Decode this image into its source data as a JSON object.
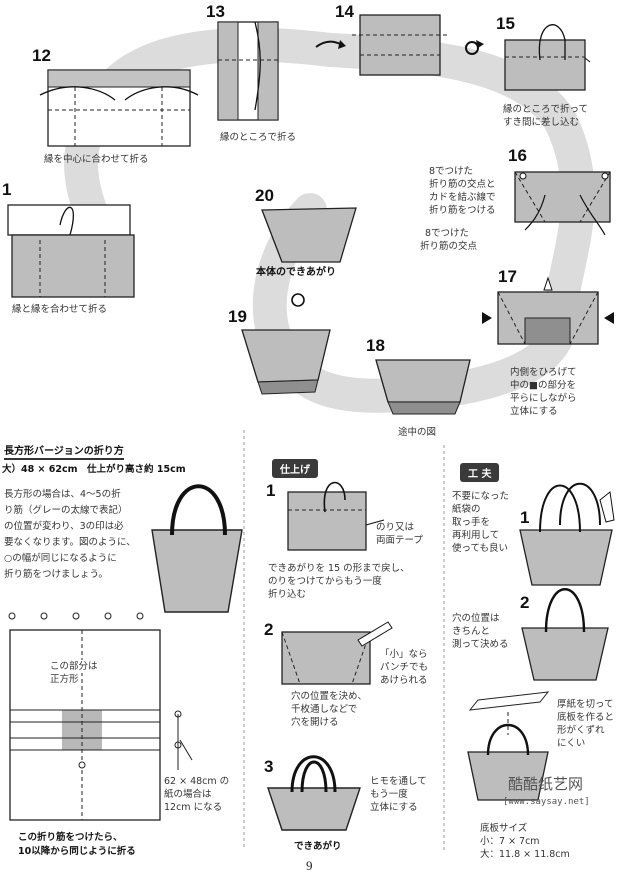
{
  "steps": {
    "s12": {
      "num": "12",
      "caption": "縁を中心に合わせて折る"
    },
    "s13": {
      "num": "13",
      "caption": "縁のところで折る"
    },
    "s14": {
      "num": "14"
    },
    "s15": {
      "num": "15",
      "caption": [
        "縁のところで折って",
        "すき間に差し込む"
      ]
    },
    "s16": {
      "num": "16",
      "caption_a": [
        "8でつけた",
        "折り筋の交点と",
        "カドを結ぶ線で",
        "折り筋をつける"
      ],
      "caption_b": [
        "8でつけた",
        "折り筋の交点"
      ]
    },
    "s17": {
      "num": "17",
      "caption": [
        "内側をひろげて",
        "中の■の部分を",
        "平らにしながら",
        "立体にする"
      ]
    },
    "s18": {
      "num": "18",
      "caption": "途中の図"
    },
    "s19": {
      "num": "19"
    },
    "s20": {
      "num": "20",
      "caption": "本体のできあがり"
    },
    "s1": {
      "num": "1",
      "caption": "縁と縁を合わせて折る"
    }
  },
  "rect_section": {
    "title": "長方形バージョンの折り方",
    "size_line": "大）48 × 62cm　仕上がり高さ約 15cm",
    "body": [
      "長方形の場合は、4〜5の折",
      "り筋（グレーの太線で表記）",
      "の位置が変わり、3の印は必",
      "要なくなります。図のように、",
      "○の幅が同じになるように",
      "折り筋をつけましょう。"
    ],
    "square_label": [
      "この部分は",
      "正方形"
    ],
    "size_note": [
      "62 × 48cm の",
      "紙の場合は",
      "12cm になる"
    ],
    "footer": [
      "この折り筋をつけたら、",
      "10以降から同じように折る"
    ]
  },
  "finish_section": {
    "title": "仕上げ",
    "s1": {
      "num": "1",
      "note": [
        "のり又は",
        "両面テープ"
      ],
      "caption": [
        "できあがりを 15 の形まで戻し、",
        "のりをつけてからもう一度",
        "折り込む"
      ]
    },
    "s2": {
      "num": "2",
      "note": [
        "「小」なら",
        "パンチでも",
        "あけられる"
      ],
      "caption": [
        "穴の位置を決め、",
        "千枚通しなどで",
        "穴を開ける"
      ]
    },
    "s3": {
      "num": "3",
      "note": [
        "ヒモを通して",
        "もう一度",
        "立体にする"
      ],
      "caption": "できあがり"
    }
  },
  "tips_section": {
    "title": "工 夫",
    "s1": {
      "num": "1",
      "text": [
        "不要になった",
        "紙袋の",
        "取っ手を",
        "再利用して",
        "使っても良い"
      ]
    },
    "s2": {
      "num": "2",
      "text": [
        "穴の位置は",
        "きちんと",
        "測って決める"
      ]
    },
    "s3": {
      "text": [
        "厚紙を切って",
        "底板を作ると",
        "形がくずれ",
        "にくい"
      ]
    },
    "board": [
      "底板サイズ",
      "小：7 × 7cm",
      "大：11.8 × 11.8cm"
    ]
  },
  "watermark": {
    "name": "酷酷纸艺网",
    "url": "[www.saysay.net]"
  },
  "page_number": "9",
  "colors": {
    "gray_fill": "#b5b5b5",
    "gray_dark": "#8a8a8a",
    "path_band": "#d9d9d9",
    "ink": "#222222"
  }
}
